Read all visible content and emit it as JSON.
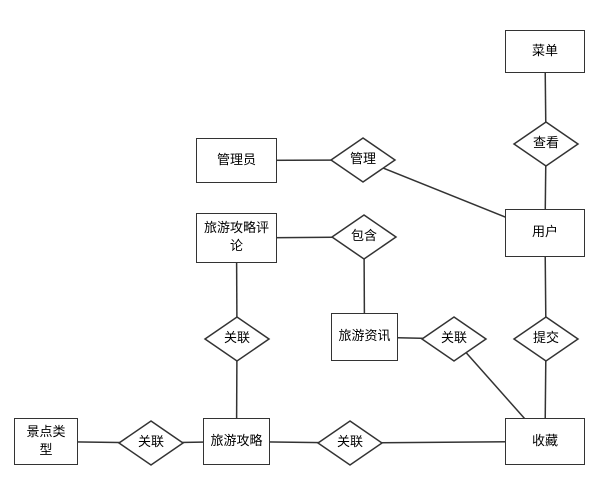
{
  "diagram": {
    "entities": {
      "menu": "菜单",
      "admin": "管理员",
      "user": "用户",
      "review": "旅游攻略评论",
      "news": "旅游资讯",
      "scenic_type": "景点类型",
      "guide": "旅游攻略",
      "favorite": "收藏"
    },
    "relationships": {
      "view": "查看",
      "manage": "管理",
      "contain": "包含",
      "associate_review": "关联",
      "associate_news": "关联",
      "submit": "提交",
      "associate_type": "关联",
      "associate_favorite": "关联"
    },
    "edges": [
      [
        "menu",
        "view"
      ],
      [
        "view",
        "user"
      ],
      [
        "admin",
        "manage"
      ],
      [
        "manage",
        "user"
      ],
      [
        "review",
        "contain"
      ],
      [
        "contain",
        "news"
      ],
      [
        "review",
        "associate_review"
      ],
      [
        "associate_review",
        "guide"
      ],
      [
        "news",
        "associate_news"
      ],
      [
        "associate_news",
        "favorite"
      ],
      [
        "user",
        "submit"
      ],
      [
        "submit",
        "favorite"
      ],
      [
        "scenic_type",
        "associate_type"
      ],
      [
        "associate_type",
        "guide"
      ],
      [
        "guide",
        "associate_favorite"
      ],
      [
        "associate_favorite",
        "favorite"
      ]
    ],
    "colors": {
      "stroke": "#333333",
      "fill": "#ffffff",
      "text": "#000000"
    }
  }
}
